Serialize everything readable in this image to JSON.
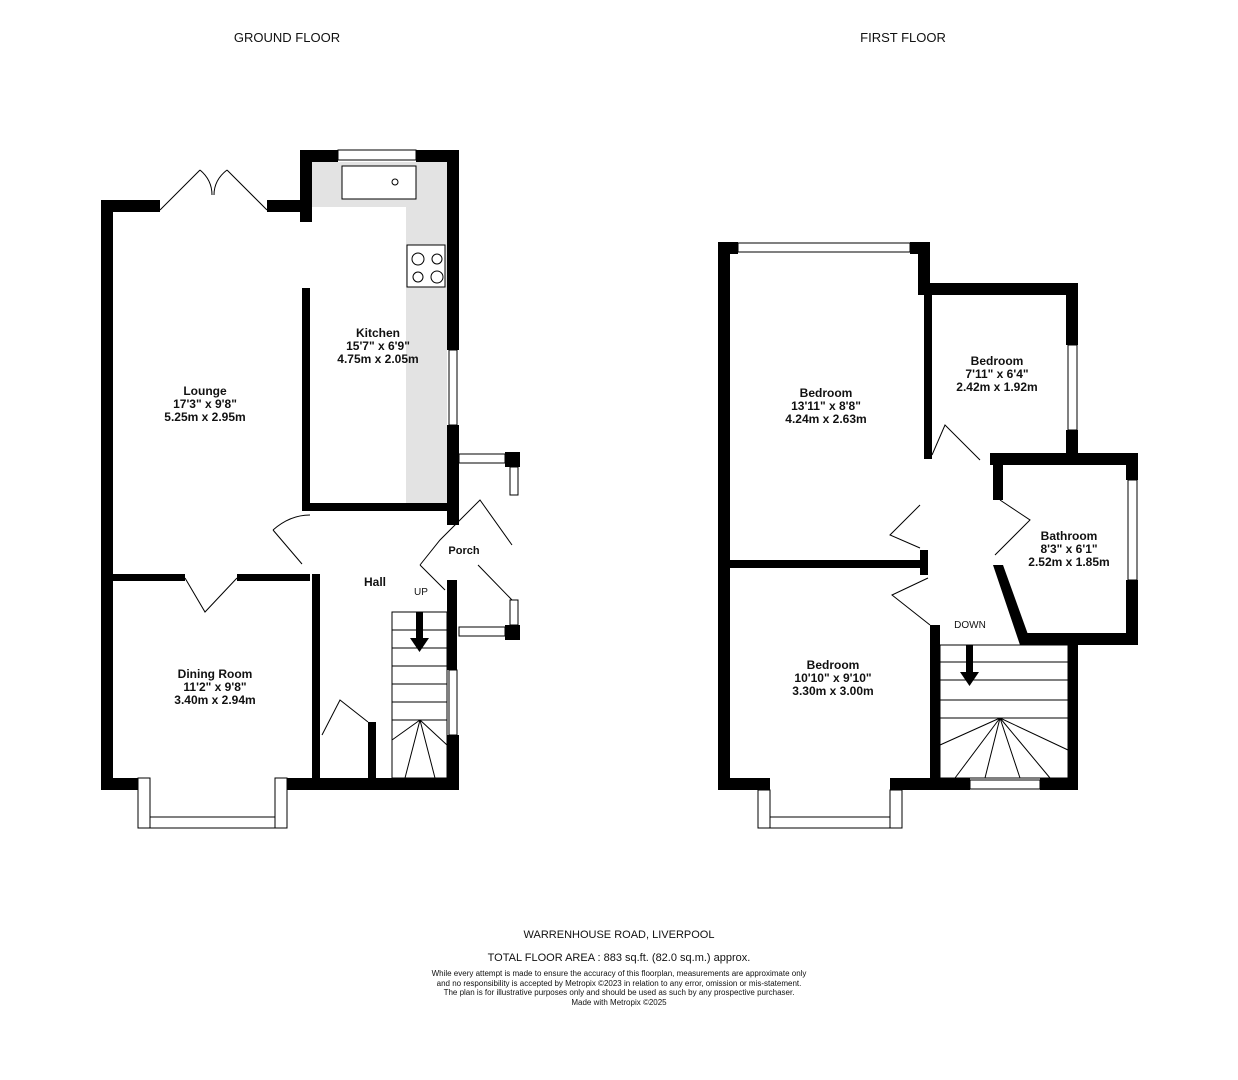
{
  "ground_floor": {
    "title": "GROUND FLOOR",
    "rooms": [
      {
        "name": "Lounge",
        "imperial": "17'3\"  x 9'8\"",
        "metric": "5.25m  x 2.95m"
      },
      {
        "name": "Kitchen",
        "imperial": "15'7\"  x 6'9\"",
        "metric": "4.75m  x 2.05m"
      },
      {
        "name": "Dining Room",
        "imperial": "11'2\"  x 9'8\"",
        "metric": "3.40m  x 2.94m"
      }
    ],
    "hall": "Hall",
    "porch": "Porch",
    "stairs": "UP"
  },
  "first_floor": {
    "title": "FIRST FLOOR",
    "rooms": [
      {
        "name": "Bedroom",
        "imperial": "13'11\"  x 8'8\"",
        "metric": "4.24m  x 2.63m"
      },
      {
        "name": "Bedroom",
        "imperial": "7'11\"  x 6'4\"",
        "metric": "2.42m  x 1.92m"
      },
      {
        "name": "Bathroom",
        "imperial": "8'3\"  x 6'1\"",
        "metric": "2.52m  x 1.85m"
      },
      {
        "name": "Bedroom",
        "imperial": "10'10\"  x 9'10\"",
        "metric": "3.30m  x 3.00m"
      }
    ],
    "stairs": "DOWN"
  },
  "footer": {
    "address": "WARRENHOUSE ROAD, LIVERPOOL",
    "total_area": "TOTAL FLOOR AREA : 883 sq.ft. (82.0 sq.m.) approx.",
    "disclaimer": [
      "While every attempt is made to ensure the accuracy of this floorplan, measurements are approximate only",
      "and no responsibility is accepted by Metropix ©2023 in relation to any error, omission or mis-statement.",
      "The plan is for illustrative purposes only and should be used as such by any prospective purchaser.",
      "Made with Metropix ©2025"
    ]
  }
}
